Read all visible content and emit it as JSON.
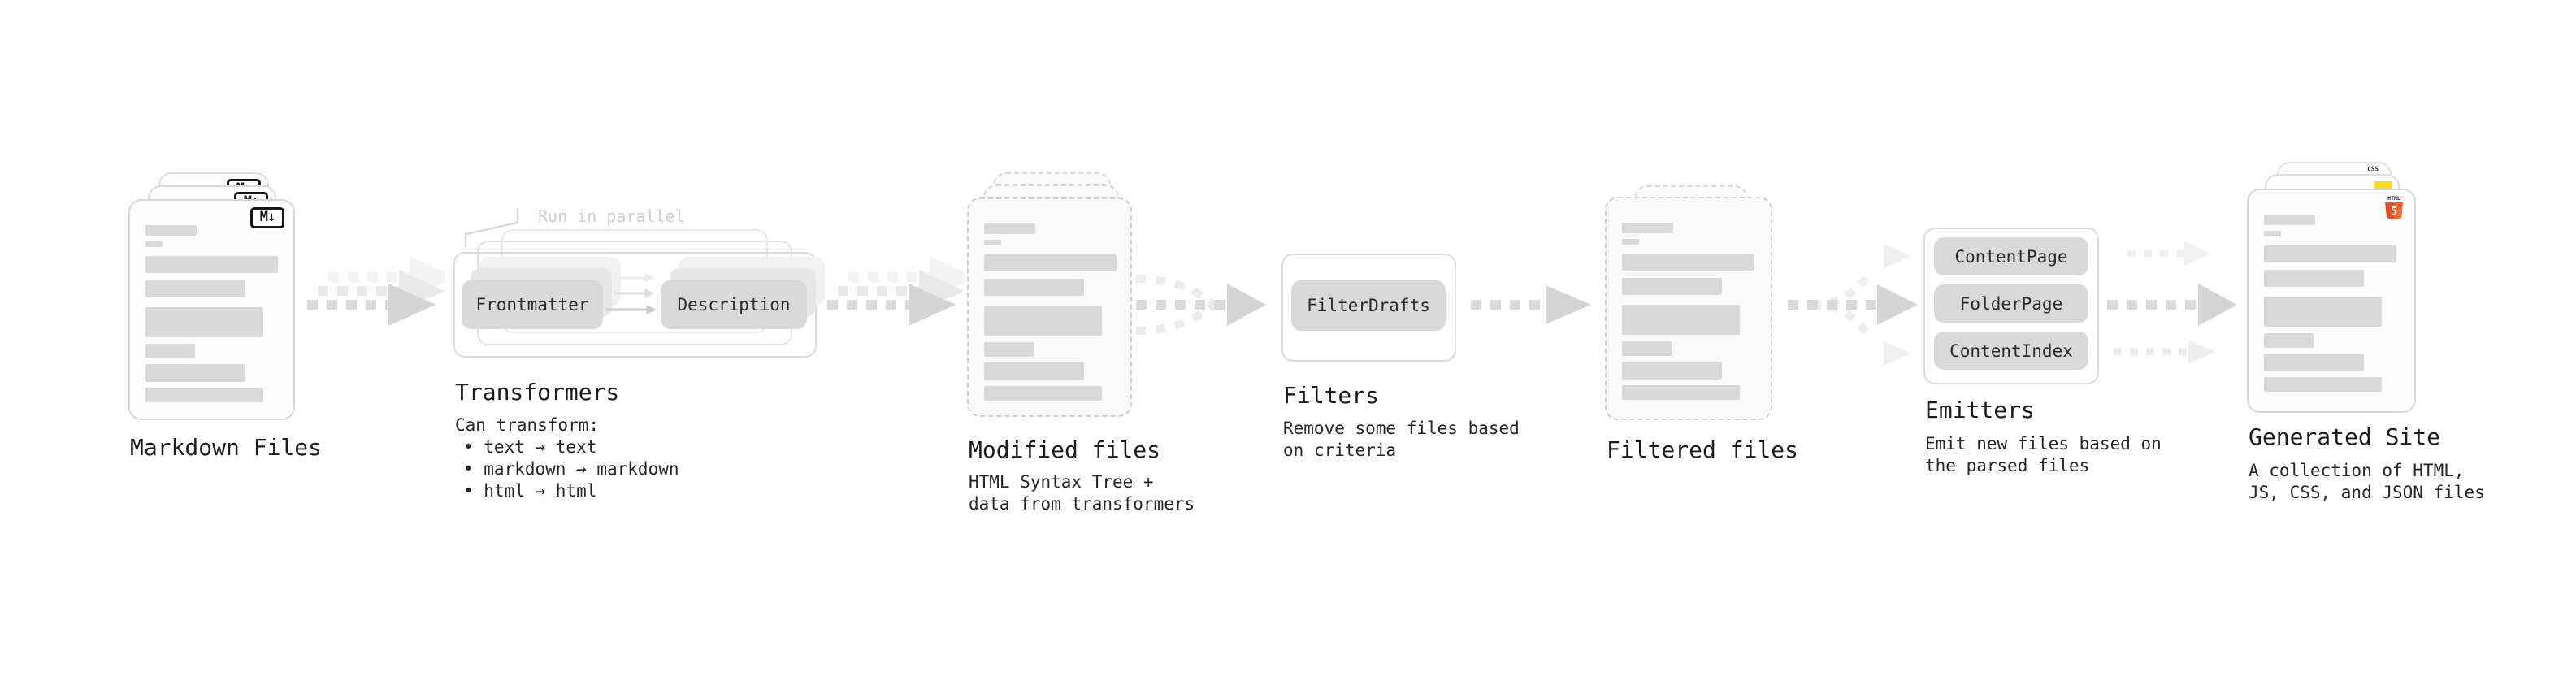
{
  "markdown": {
    "badge": "M↓",
    "label": "Markdown Files"
  },
  "transformers": {
    "annotation": "Run in parallel",
    "pills": [
      "Frontmatter",
      "Description"
    ],
    "label": "Transformers",
    "desc_title": "Can transform:",
    "bullets": [
      "• text → text",
      "• markdown → markdown",
      "• html → html"
    ]
  },
  "modified": {
    "label": "Modified files",
    "desc": [
      "HTML Syntax Tree +",
      "data from transformers"
    ]
  },
  "filters": {
    "pill": "FilterDrafts",
    "label": "Filters",
    "desc": [
      "Remove some files based",
      "on criteria"
    ]
  },
  "filtered": {
    "label": "Filtered files"
  },
  "emitters": {
    "pills": [
      "ContentPage",
      "FolderPage",
      "ContentIndex"
    ],
    "label": "Emitters",
    "desc": [
      "Emit new files based on",
      "the parsed files"
    ]
  },
  "generated": {
    "label": "Generated Site",
    "desc": [
      "A collection of HTML,",
      "JS, CSS, and JSON files"
    ],
    "badges": {
      "css": "CSS",
      "html_label": "HTML",
      "html_number": "5"
    }
  },
  "colors": {
    "html5_orange": "#e44d26",
    "html5_orange_light": "#f16529",
    "js_yellow": "#f7df1e",
    "css_blue": "#2f6fed",
    "arrow_gray": "#d9d9d9",
    "card_border": "#d8d8d8",
    "skeleton_bar": "#d9d9d9"
  }
}
